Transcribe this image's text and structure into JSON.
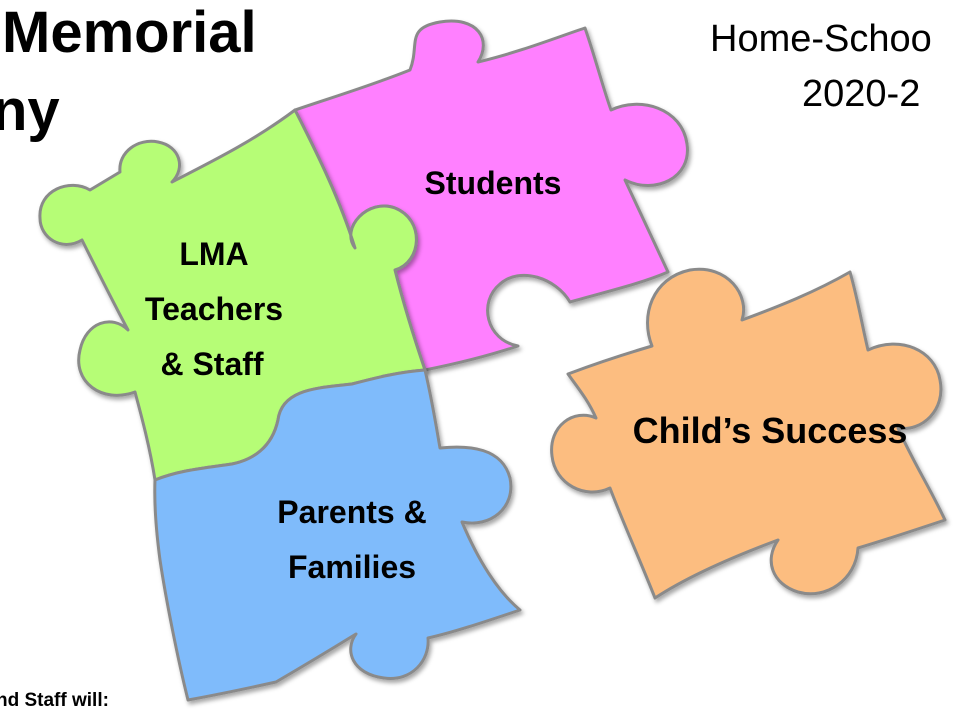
{
  "header": {
    "title_line_1": "Memorial",
    "title_line_2": "ny",
    "subtitle_line_1": "Home-Schoo",
    "subtitle_line_2": "2020-2"
  },
  "pieces": {
    "students": {
      "label": "Students",
      "color": "#ff80ff"
    },
    "teachers": {
      "label_line_1": "LMA",
      "label_line_2": "Teachers",
      "label_line_3": "& Staff",
      "color": "#b6fd76"
    },
    "parents": {
      "label_line_1": "Parents &",
      "label_line_2": "Families",
      "color": "#7fbbfb"
    },
    "success": {
      "label": "Child’s Success",
      "color": "#fcbd80"
    }
  },
  "footer": {
    "text": "nd Staff will:"
  }
}
